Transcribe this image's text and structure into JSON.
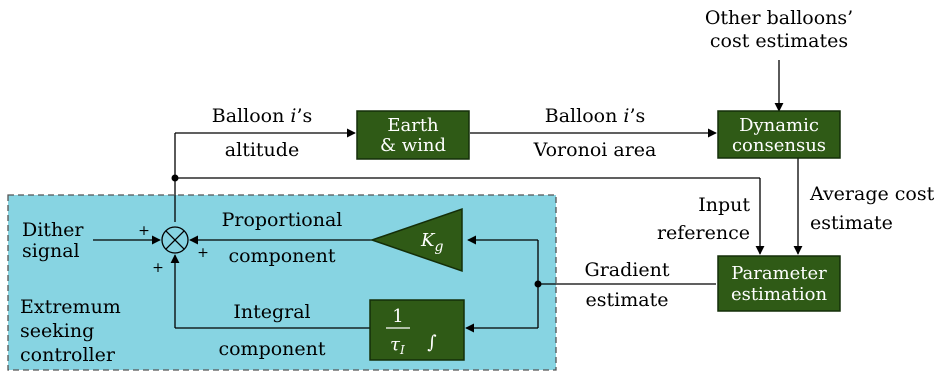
{
  "colors": {
    "block_fill": "#2f5a16",
    "block_border": "#142e08",
    "controller_fill": "#87d4e2",
    "controller_border": "#555555",
    "wire": "#000000"
  },
  "labels": {
    "other_cost_1": "Other balloons’",
    "other_cost_2": "cost estimates",
    "altitude_1": "Balloon",
    "altitude_i": "i",
    "altitude_s": "’s",
    "altitude_2": "altitude",
    "voronoi_1": "Balloon",
    "voronoi_i": "i",
    "voronoi_s": "’s",
    "voronoi_2": "Voronoi area",
    "avg_cost_1": "Average cost",
    "avg_cost_2": "estimate",
    "input_ref_1": "Input",
    "input_ref_2": "reference",
    "gradient_1": "Gradient",
    "gradient_2": "estimate",
    "dither_1": "Dither",
    "dither_2": "signal",
    "proportional_1": "Proportional",
    "proportional_2": "component",
    "integral_1": "Integral",
    "integral_2": "component",
    "esc_1": "Extremum",
    "esc_2": "seeking",
    "esc_3": "controller",
    "plus": "+"
  },
  "blocks": {
    "earth_1": "Earth",
    "earth_2": "& wind",
    "consensus_1": "Dynamic",
    "consensus_2": "consensus",
    "param_1": "Parameter",
    "param_2": "estimation",
    "gain_K": "K",
    "gain_sub": "g",
    "integ_num": "1",
    "integ_tau": "τ",
    "integ_sub": "I",
    "integ_sym": "∫"
  }
}
